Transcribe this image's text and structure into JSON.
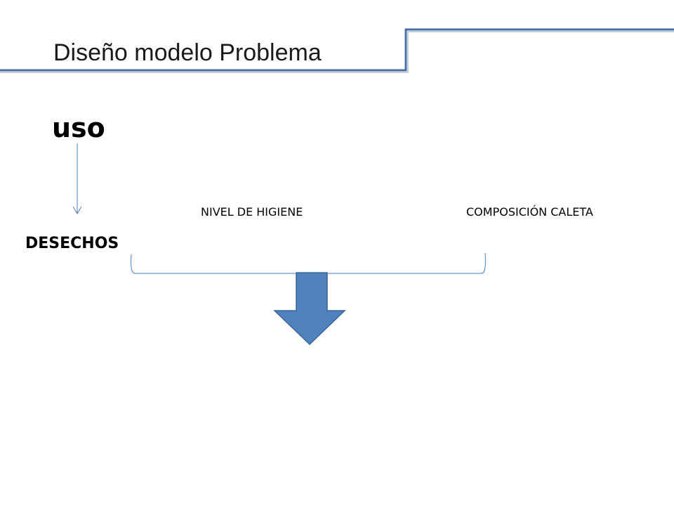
{
  "slide": {
    "title": "Diseño modelo Problema",
    "word_top": "uso",
    "word_left": "DESECHOS",
    "label_hygiene": "NIVEL DE HIGIENE",
    "label_composition": "COMPOSICIÓN CALETA"
  },
  "colors": {
    "frame_line": "#4a6fa5",
    "connector": "#4a7ec0",
    "arrow_fill": "#4f81bd",
    "arrow_stroke": "#3c659a"
  },
  "icons": {
    "down_arrow": "down-arrow-icon",
    "small_arrow": "arrow-down-icon"
  }
}
